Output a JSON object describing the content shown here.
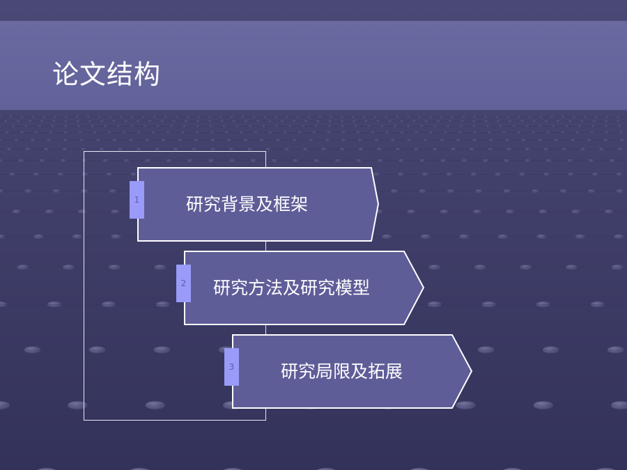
{
  "slide": {
    "title": "论文结构"
  },
  "steps": [
    {
      "number": "1",
      "label": "研究背景及框架"
    },
    {
      "number": "2",
      "label": "研究方法及研究模型"
    },
    {
      "number": "3",
      "label": "研究局限及拓展"
    }
  ],
  "colors": {
    "background": "#3c3b63",
    "header_band": "#6a6aa1",
    "step_fill": "#5f5d98",
    "step_stroke": "#ffffff",
    "tab_fill": "#9a9af8",
    "tab_text": "#5c5cab",
    "text": "#ffffff"
  }
}
